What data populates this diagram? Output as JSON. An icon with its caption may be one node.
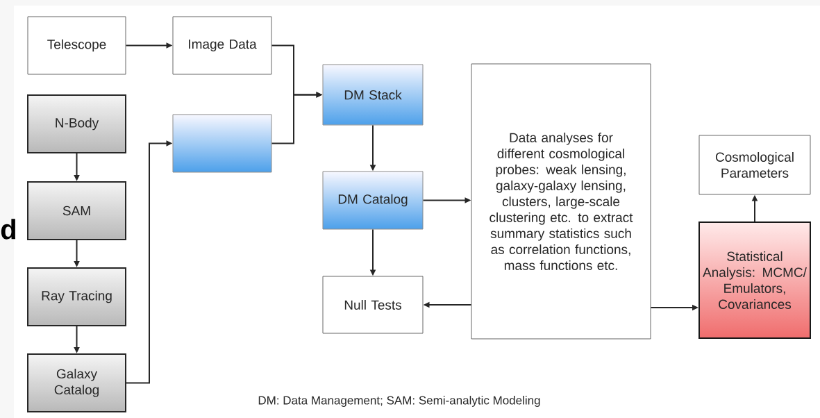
{
  "diagram": {
    "caption": "DM: Data Management; SAM: Semi-analytic Modeling",
    "nodes": [
      {
        "text": [
          "Telescope"
        ]
      },
      {
        "text": [
          "Image Data"
        ]
      },
      {
        "text": [
          "N-Body"
        ]
      },
      {
        "text": [
          "SAM"
        ]
      },
      {
        "text": [
          "Ray Tracing"
        ]
      },
      {
        "text": [
          "Galaxy Catalog"
        ]
      },
      {
        "text": [],
        "shape": "box"
      },
      {
        "text": [
          "DM Stack"
        ]
      },
      {
        "text": [
          "DM Catalog"
        ]
      },
      {
        "text": [
          "Null Tests"
        ]
      },
      {
        "text": [
          "Data analyses for different cosmological probes: weak lensing, galaxy-galaxy lensing, clusters, large-scale clustering etc. to extract summary statistics such as correlation functions, mass functions etc."
        ]
      },
      {
        "text": [
          "Cosmological Parameters"
        ]
      },
      {
        "text": [
          "Statistical Analysis: MCMC/ Emulators, Covariances"
        ]
      }
    ],
    "edges": [
      {
        "from": 0,
        "to": 1,
        "arrow": "to"
      },
      {
        "from": 1,
        "to": 7,
        "arrow": "to"
      },
      {
        "from": 6,
        "to": 7,
        "arrow": "to"
      },
      {
        "from": 2,
        "to": 3,
        "arrow": "to"
      },
      {
        "from": 3,
        "to": 4,
        "arrow": "to"
      },
      {
        "from": 4,
        "to": 5,
        "arrow": "to"
      },
      {
        "from": 5,
        "to": 6,
        "arrow": "to"
      },
      {
        "from": 7,
        "to": 8,
        "arrow": "to"
      },
      {
        "from": 8,
        "to": 10,
        "arrow": "to"
      },
      {
        "from": 8,
        "to": 9,
        "arrow": "to"
      },
      {
        "from": 10,
        "to": 9,
        "arrow": "to"
      },
      {
        "from": 10,
        "to": 12,
        "arrow": "to"
      },
      {
        "from": 12,
        "to": 11,
        "arrow": "to"
      }
    ],
    "labels": [
      "d"
    ]
  }
}
